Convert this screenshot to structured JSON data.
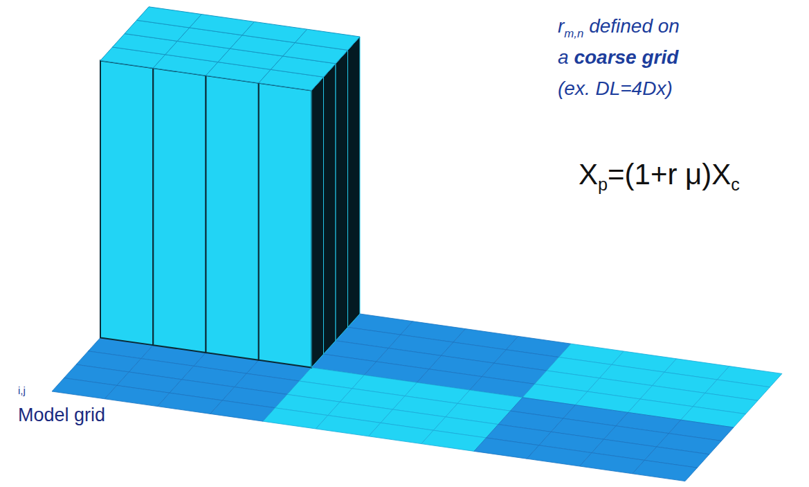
{
  "diagram": {
    "labels": [
      "r",
      "m,n",
      "defined on",
      "a",
      "coarse grid",
      "(ex. DL=4Dx)",
      "X",
      "p",
      "=(1+r μ)X",
      "c",
      "i,j",
      "Model grid"
    ]
  }
}
